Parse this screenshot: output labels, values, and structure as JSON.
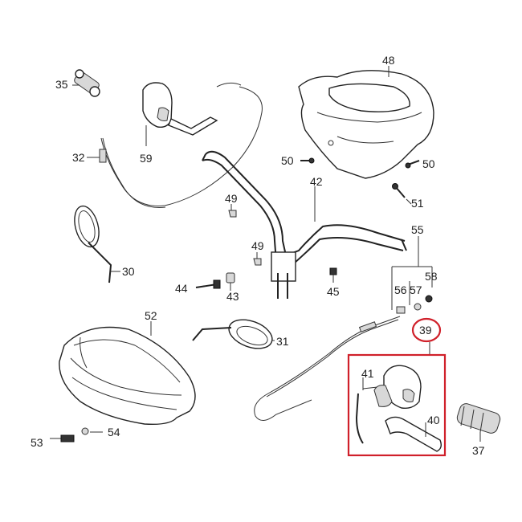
{
  "diagram": {
    "highlight_color": "#d0202a",
    "line_color": "#222222",
    "highlighted_part": "39",
    "labels": {
      "p35": "35",
      "p59": "59",
      "p48": "48",
      "p32": "32",
      "p50a": "50",
      "p50b": "50",
      "p42": "42",
      "p49a": "49",
      "p51": "51",
      "p49b": "49",
      "p55": "55",
      "p30": "30",
      "p44": "44",
      "p43": "43",
      "p45": "45",
      "p56": "56",
      "p57": "57",
      "p58": "58",
      "p52": "52",
      "p31": "31",
      "p39": "39",
      "p41": "41",
      "p40": "40",
      "p53": "53",
      "p54": "54",
      "p37": "37"
    }
  }
}
